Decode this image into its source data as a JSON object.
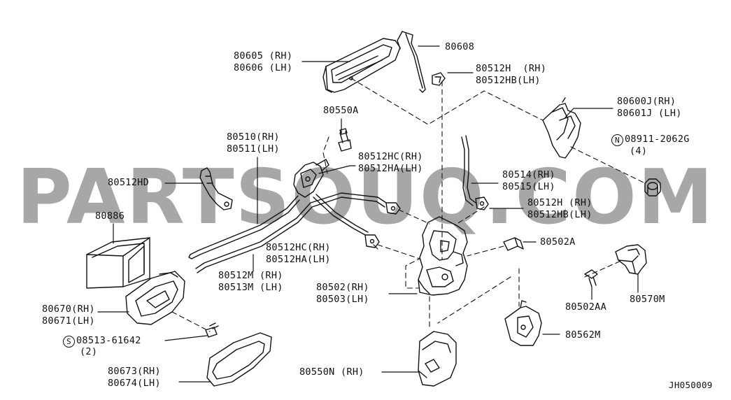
{
  "watermark": "PARTSOUQ.COM",
  "diagram_id": "JH050009",
  "labels": {
    "p80605": "80605 (RH)",
    "p80606": "80606 (LH)",
    "p80608": "80608",
    "p80512H": "80512H  (RH)",
    "p80512HB_top": "80512HB(LH)",
    "p80600J": "80600J(RH)",
    "p80601J": "80601J (LH)",
    "p08911_symbol": "N",
    "p08911": "08911-2062G",
    "p08911_qty": "(4)",
    "p80550A": "80550A",
    "p80510": "80510(RH)",
    "p80511": "80511(LH)",
    "p80512HC_top": "80512HC(RH)",
    "p80512HA_top": "80512HA(LH)",
    "p80512HD": "80512HD",
    "p80514": "80514(RH)",
    "p80515": "80515(LH)",
    "p80512H_mid": "80512H (RH)",
    "p80512HB_mid": "80512HB(LH)",
    "p80886": "80886",
    "p80502A": "80502A",
    "p80512HC_low": "80512HC(RH)",
    "p80512HA_low": "80512HA(LH)",
    "p80512M": "80512M (RH)",
    "p80513M": "80513M (LH)",
    "p80502": "80502(RH)",
    "p80503": "80503(LH)",
    "p80502AA": "80502AA",
    "p80570M": "80570M",
    "p80670": "80670(RH)",
    "p80671": "80671(LH)",
    "p08513_symbol": "S",
    "p08513": "08513-61642",
    "p08513_qty": "(2)",
    "p80562M": "80562M",
    "p80673": "80673(RH)",
    "p80674": "80674(LH)",
    "p80550N": "80550N (RH)"
  }
}
